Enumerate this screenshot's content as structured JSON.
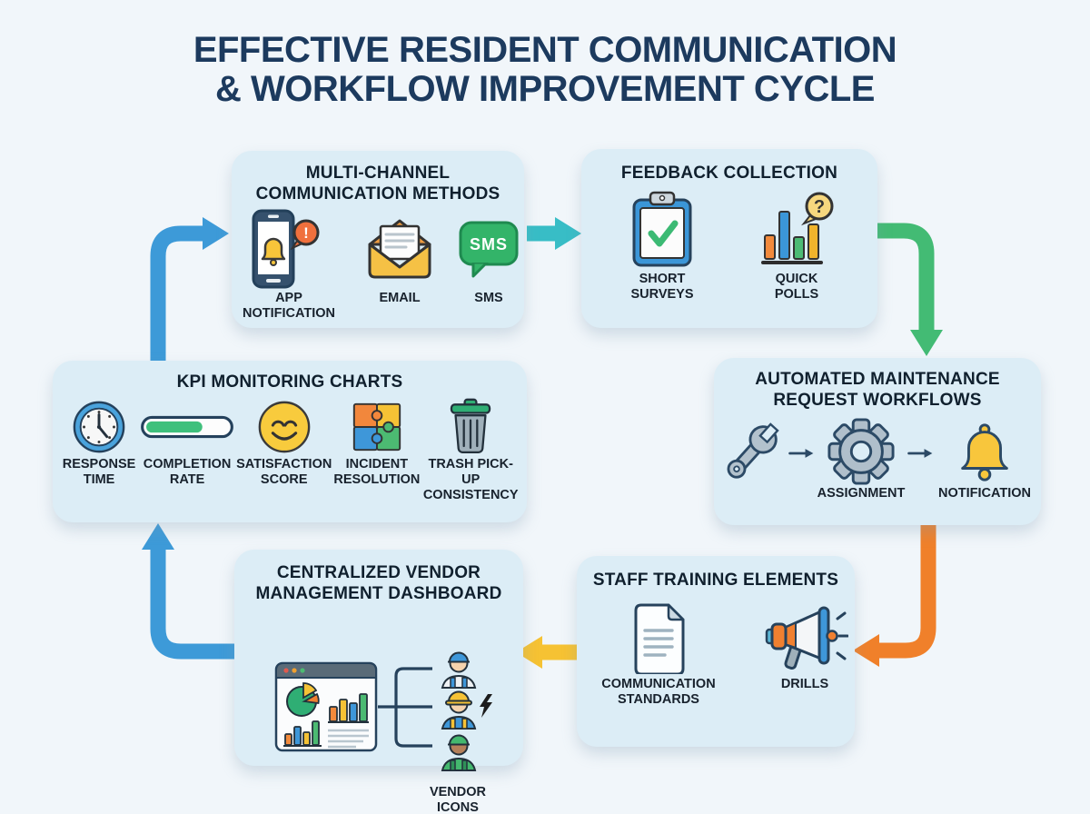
{
  "palette": {
    "page_bg": "#f1f6fa",
    "box_bg": "#dcedf6",
    "title_navy": "#1c3a5e",
    "text_dark": "#18222d",
    "outline_navy": "#2c4a66",
    "arrow_blue": "#3d9ad8",
    "arrow_teal": "#38bdc6",
    "arrow_green": "#43bb74",
    "arrow_orange": "#f0802a",
    "arrow_yellow": "#f6c233"
  },
  "title": {
    "line1": "EFFECTIVE RESIDENT COMMUNICATION",
    "line2": "& WORKFLOW IMPROVEMENT CYCLE"
  },
  "boxes": {
    "multi_channel": {
      "title": "MULTI-CHANNEL COMMUNICATION METHODS",
      "items": [
        {
          "icon": "app-notification-icon",
          "label": "APP NOTIFICATION",
          "badge_glyph": "!"
        },
        {
          "icon": "email-icon",
          "label": "EMAIL"
        },
        {
          "icon": "sms-bubble-icon",
          "label": "SMS",
          "bubble_text": "SMS"
        }
      ]
    },
    "feedback": {
      "title": "FEEDBACK COLLECTION",
      "items": [
        {
          "icon": "survey-clipboard-icon",
          "label": "SHORT SURVEYS"
        },
        {
          "icon": "quick-polls-chart-icon",
          "label": "QUICK POLLS",
          "bubble_glyph": "?"
        }
      ]
    },
    "automated": {
      "title": "AUTOMATED MAINTENANCE REQUEST WORKFLOWS",
      "steps": [
        {
          "icon": "wrench-icon"
        },
        {
          "icon": "gear-icon",
          "label": "ASSIGNMENT"
        },
        {
          "icon": "bell-icon",
          "label": "NOTIFICATION"
        }
      ]
    },
    "kpi": {
      "title": "KPI MONITORING CHARTS",
      "items": [
        {
          "icon": "clock-icon",
          "label": "RESPONSE TIME"
        },
        {
          "icon": "progress-bar-icon",
          "label": "COMPLETION RATE"
        },
        {
          "icon": "smiley-icon",
          "label": "SATISFACTION SCORE"
        },
        {
          "icon": "puzzle-icon",
          "label": "INCIDENT RESOLUTION"
        },
        {
          "icon": "trash-can-icon",
          "label": "TRASH PICK-UP CONSISTENCY"
        }
      ]
    },
    "vendor": {
      "title": "CENTRALIZED VENDOR MANAGEMENT DASHBOARD",
      "dashboard_icon": "dashboard-window-icon",
      "workers_label": "VENDOR ICONS",
      "workers": [
        {
          "icon": "vendor-worker-blue-cap-icon"
        },
        {
          "icon": "vendor-worker-hard-hat-icon"
        },
        {
          "icon": "vendor-worker-green-cap-icon"
        }
      ]
    },
    "staff": {
      "title": "STAFF TRAINING ELEMENTS",
      "items": [
        {
          "icon": "document-icon",
          "label": "COMMUNICATION STANDARDS"
        },
        {
          "icon": "megaphone-icon",
          "label": "DRILLS"
        }
      ]
    }
  },
  "flow_arrows": [
    {
      "name": "kpi-to-multichannel",
      "color": "#3d9ad8"
    },
    {
      "name": "multichannel-to-feedback",
      "color": "#38bdc6"
    },
    {
      "name": "feedback-to-automated",
      "color": "#43bb74"
    },
    {
      "name": "automated-to-staff",
      "color": "#f0802a"
    },
    {
      "name": "staff-to-vendor",
      "color": "#f6c233"
    },
    {
      "name": "vendor-to-kpi",
      "color": "#3d9ad8"
    }
  ]
}
